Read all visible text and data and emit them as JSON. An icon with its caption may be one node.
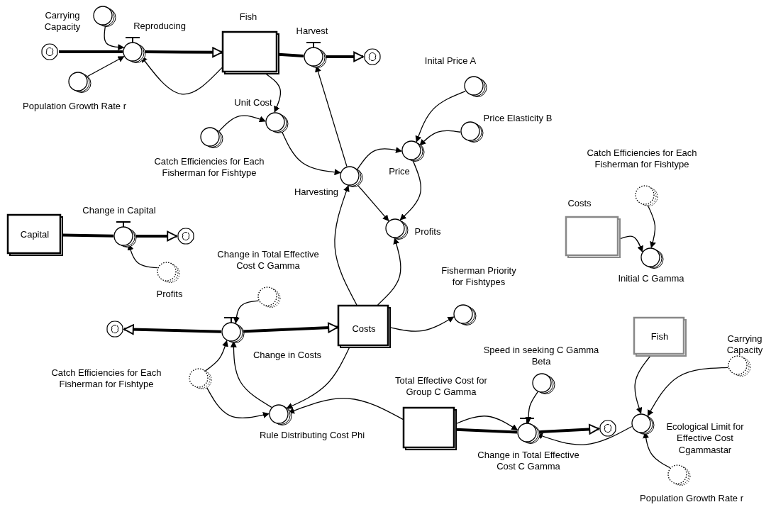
{
  "diagram": {
    "nodes": [
      {
        "text": [
          "Carrying Capacity"
        ]
      },
      {
        "text": [
          "Population Growth Rate r"
        ]
      },
      {
        "text": [
          "Reproducing"
        ]
      },
      {
        "text": [
          "Fish"
        ]
      },
      {
        "text": [
          "Harvest"
        ]
      },
      {
        "text": [
          "Unit Cost"
        ]
      },
      {
        "text": [
          "Catch Efficiencies for Each Fisherman for Fishtype"
        ]
      },
      {
        "text": [
          "Harvesting"
        ]
      },
      {
        "text": [
          "Inital Price A"
        ]
      },
      {
        "text": [
          "Price Elasticity B"
        ]
      },
      {
        "text": [
          "Price"
        ]
      },
      {
        "text": [
          "Profits"
        ]
      },
      {
        "text": [
          "Capital"
        ]
      },
      {
        "text": [
          "Change in Capital"
        ]
      },
      {
        "text": [
          "Profits"
        ]
      },
      {
        "text": [
          "Change in Total Effective Cost C Gamma"
        ]
      },
      {
        "text": [
          "Change in Costs"
        ]
      },
      {
        "text": [
          "Costs"
        ]
      },
      {
        "text": [
          "Fisherman Priority for Fishtypes"
        ]
      },
      {
        "text": [
          "Catch Efficiencies for Each Fisherman for Fishtype"
        ]
      },
      {
        "text": [
          "Rule Distributing Cost Phi"
        ]
      },
      {
        "text": [
          "Total Effective Cost for Group C Gamma"
        ]
      },
      {
        "text": [
          "Speed in seeking C Gamma Beta"
        ]
      },
      {
        "text": [
          "Change in Total Effective Cost C Gamma"
        ]
      },
      {
        "text": [
          "Fish"
        ]
      },
      {
        "text": [
          "Carrying Capacity"
        ]
      },
      {
        "text": [
          "Ecological Limit for Effective Cost Cgammastar"
        ]
      },
      {
        "text": [
          "Population Growth Rate r"
        ]
      },
      {
        "text": [
          "Costs"
        ]
      },
      {
        "text": [
          "Catch Efficiencies for Each Fisherman for Fishtype"
        ]
      },
      {
        "text": [
          "Initial C Gamma"
        ]
      },
      {
        "text": [],
        "shape": "cloud"
      },
      {
        "text": [],
        "shape": "cloud"
      },
      {
        "text": [],
        "shape": "cloud"
      },
      {
        "text": [],
        "shape": "cloud"
      },
      {
        "text": [],
        "shape": "cloud"
      }
    ],
    "edges": [
      {
        "from": 31,
        "to": 2,
        "arrow": "none",
        "style": "thick"
      },
      {
        "from": 2,
        "to": 3,
        "arrow": "to",
        "style": "thick"
      },
      {
        "from": 3,
        "to": 4,
        "arrow": "none",
        "style": "thick"
      },
      {
        "from": 4,
        "to": 34,
        "arrow": "to",
        "style": "thick"
      },
      {
        "from": 12,
        "to": 13,
        "arrow": "none",
        "style": "thick"
      },
      {
        "from": 13,
        "to": 33,
        "arrow": "to",
        "style": "thick"
      },
      {
        "from": 16,
        "to": 32,
        "arrow": "to",
        "style": "thick"
      },
      {
        "from": 16,
        "to": 17,
        "arrow": "to",
        "style": "thick"
      },
      {
        "from": 21,
        "to": 23,
        "arrow": "none",
        "style": "thick"
      },
      {
        "from": 23,
        "to": 35,
        "arrow": "to",
        "style": "thick"
      },
      {
        "from": 0,
        "to": 2,
        "arrow": "to"
      },
      {
        "from": 1,
        "to": 2,
        "arrow": "to"
      },
      {
        "from": 3,
        "to": 2,
        "arrow": "to"
      },
      {
        "from": 3,
        "to": 5,
        "arrow": "to"
      },
      {
        "from": 6,
        "to": 5,
        "arrow": "to"
      },
      {
        "from": 5,
        "to": 7,
        "arrow": "to"
      },
      {
        "from": 7,
        "to": 4,
        "arrow": "to"
      },
      {
        "from": 7,
        "to": 10,
        "arrow": "to"
      },
      {
        "from": 7,
        "to": 11,
        "arrow": "to"
      },
      {
        "from": 8,
        "to": 10,
        "arrow": "to"
      },
      {
        "from": 9,
        "to": 10,
        "arrow": "to"
      },
      {
        "from": 10,
        "to": 11,
        "arrow": "to"
      },
      {
        "from": 17,
        "to": 7,
        "arrow": "to"
      },
      {
        "from": 17,
        "to": 11,
        "arrow": "to"
      },
      {
        "from": 17,
        "to": 18,
        "arrow": "to"
      },
      {
        "from": 14,
        "to": 13,
        "arrow": "to"
      },
      {
        "from": 15,
        "to": 16,
        "arrow": "to"
      },
      {
        "from": 19,
        "to": 16,
        "arrow": "to"
      },
      {
        "from": 19,
        "to": 20,
        "arrow": "to"
      },
      {
        "from": 20,
        "to": 16,
        "arrow": "to"
      },
      {
        "from": 17,
        "to": 20,
        "arrow": "to"
      },
      {
        "from": 21,
        "to": 20,
        "arrow": "to"
      },
      {
        "from": 21,
        "to": 23,
        "arrow": "to"
      },
      {
        "from": 22,
        "to": 23,
        "arrow": "to"
      },
      {
        "from": 24,
        "to": 26,
        "arrow": "to"
      },
      {
        "from": 25,
        "to": 26,
        "arrow": "to"
      },
      {
        "from": 27,
        "to": 26,
        "arrow": "to"
      },
      {
        "from": 26,
        "to": 23,
        "arrow": "to"
      },
      {
        "from": 28,
        "to": 30,
        "arrow": "to"
      },
      {
        "from": 29,
        "to": 30,
        "arrow": "to"
      }
    ]
  }
}
